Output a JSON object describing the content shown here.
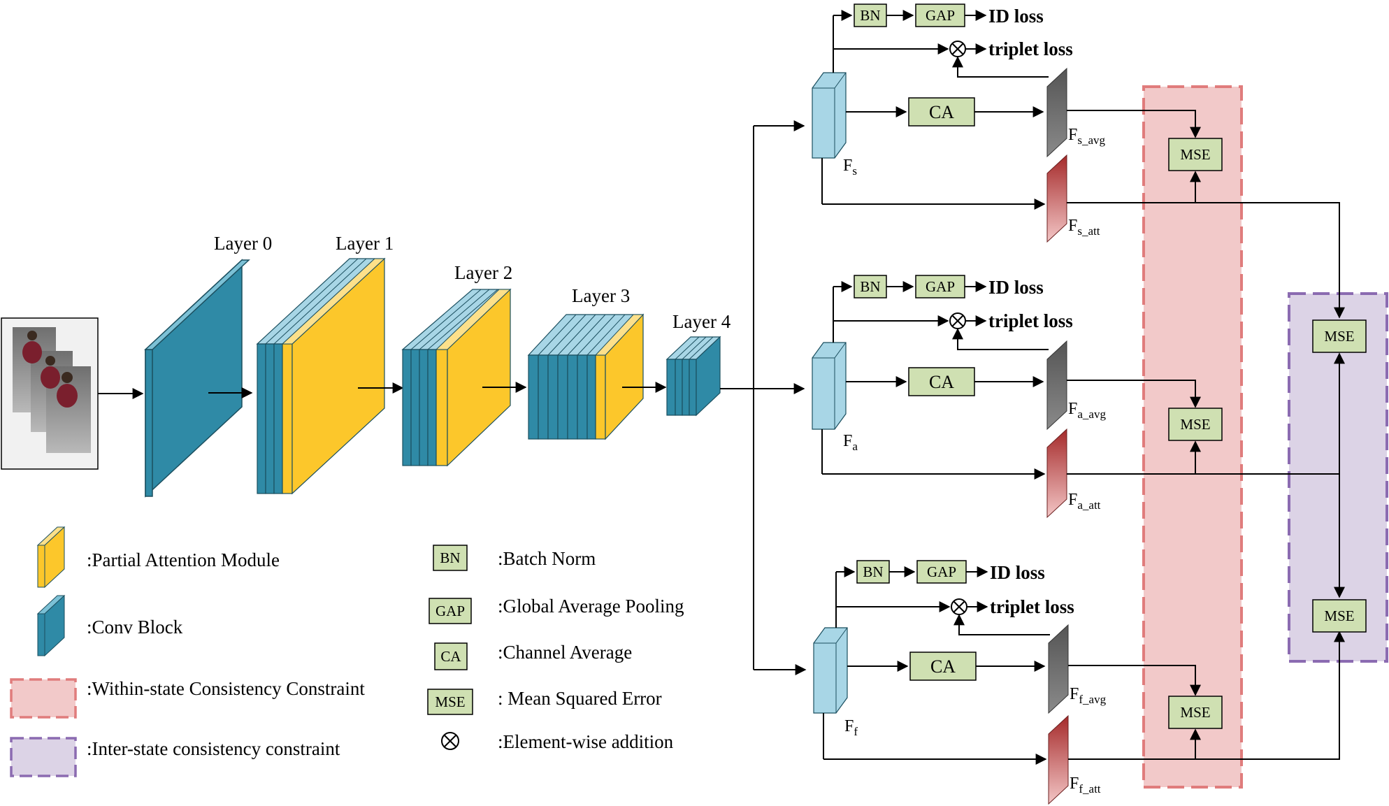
{
  "layers": {
    "layer0": "Layer 0",
    "layer1": "Layer 1",
    "layer2": "Layer 2",
    "layer3": "Layer 3",
    "layer4": "Layer 4"
  },
  "branches": {
    "s": {
      "bn": "BN",
      "gap": "GAP",
      "id_loss": "ID loss",
      "triplet_loss": "triplet loss",
      "ca": "CA",
      "mse": "MSE",
      "feat": "F",
      "feat_sub": "s",
      "avg": "F",
      "avg_sub": "s_avg",
      "att": "F",
      "att_sub": "s_att"
    },
    "a": {
      "bn": "BN",
      "gap": "GAP",
      "id_loss": "ID loss",
      "triplet_loss": "triplet loss",
      "ca": "CA",
      "mse": "MSE",
      "feat": "F",
      "feat_sub": "a",
      "avg": "F",
      "avg_sub": "a_avg",
      "att": "F",
      "att_sub": "a_att"
    },
    "f": {
      "bn": "BN",
      "gap": "GAP",
      "id_loss": "ID loss",
      "triplet_loss": "triplet loss",
      "ca": "CA",
      "mse": "MSE",
      "feat": "F",
      "feat_sub": "f",
      "avg": "F",
      "avg_sub": "f_avg",
      "att": "F",
      "att_sub": "f_att"
    }
  },
  "inter_state": {
    "mse_top": "MSE",
    "mse_bottom": "MSE"
  },
  "legend": {
    "partial_attention": ":Partial Attention Module",
    "conv_block": ":Conv Block",
    "within_state": ":Within-state Consistency Constraint",
    "inter_state": ":Inter-state consistency constraint",
    "bn_symbol": "BN",
    "bn": ":Batch Norm",
    "gap_symbol": "GAP",
    "gap": ":Global Average Pooling",
    "ca_symbol": "CA",
    "ca": ":Channel Average",
    "mse_symbol": "MSE",
    "mse": ": Mean Squared Error",
    "add_symbol": "⊗",
    "add": ":Element-wise addition"
  },
  "colors": {
    "conv_block": "#2f8aa6",
    "conv_light": "#a8d6e6",
    "attention": "#fcc72b",
    "green_box": "#cfe0b2",
    "within_state_fill": "#f2c9c9",
    "within_state_border": "#e07c7c",
    "inter_state_fill": "#dcd3e6",
    "inter_state_border": "#8b6bb1",
    "avg_feature": "#7a7a7a",
    "att_feature": "#b04444"
  }
}
